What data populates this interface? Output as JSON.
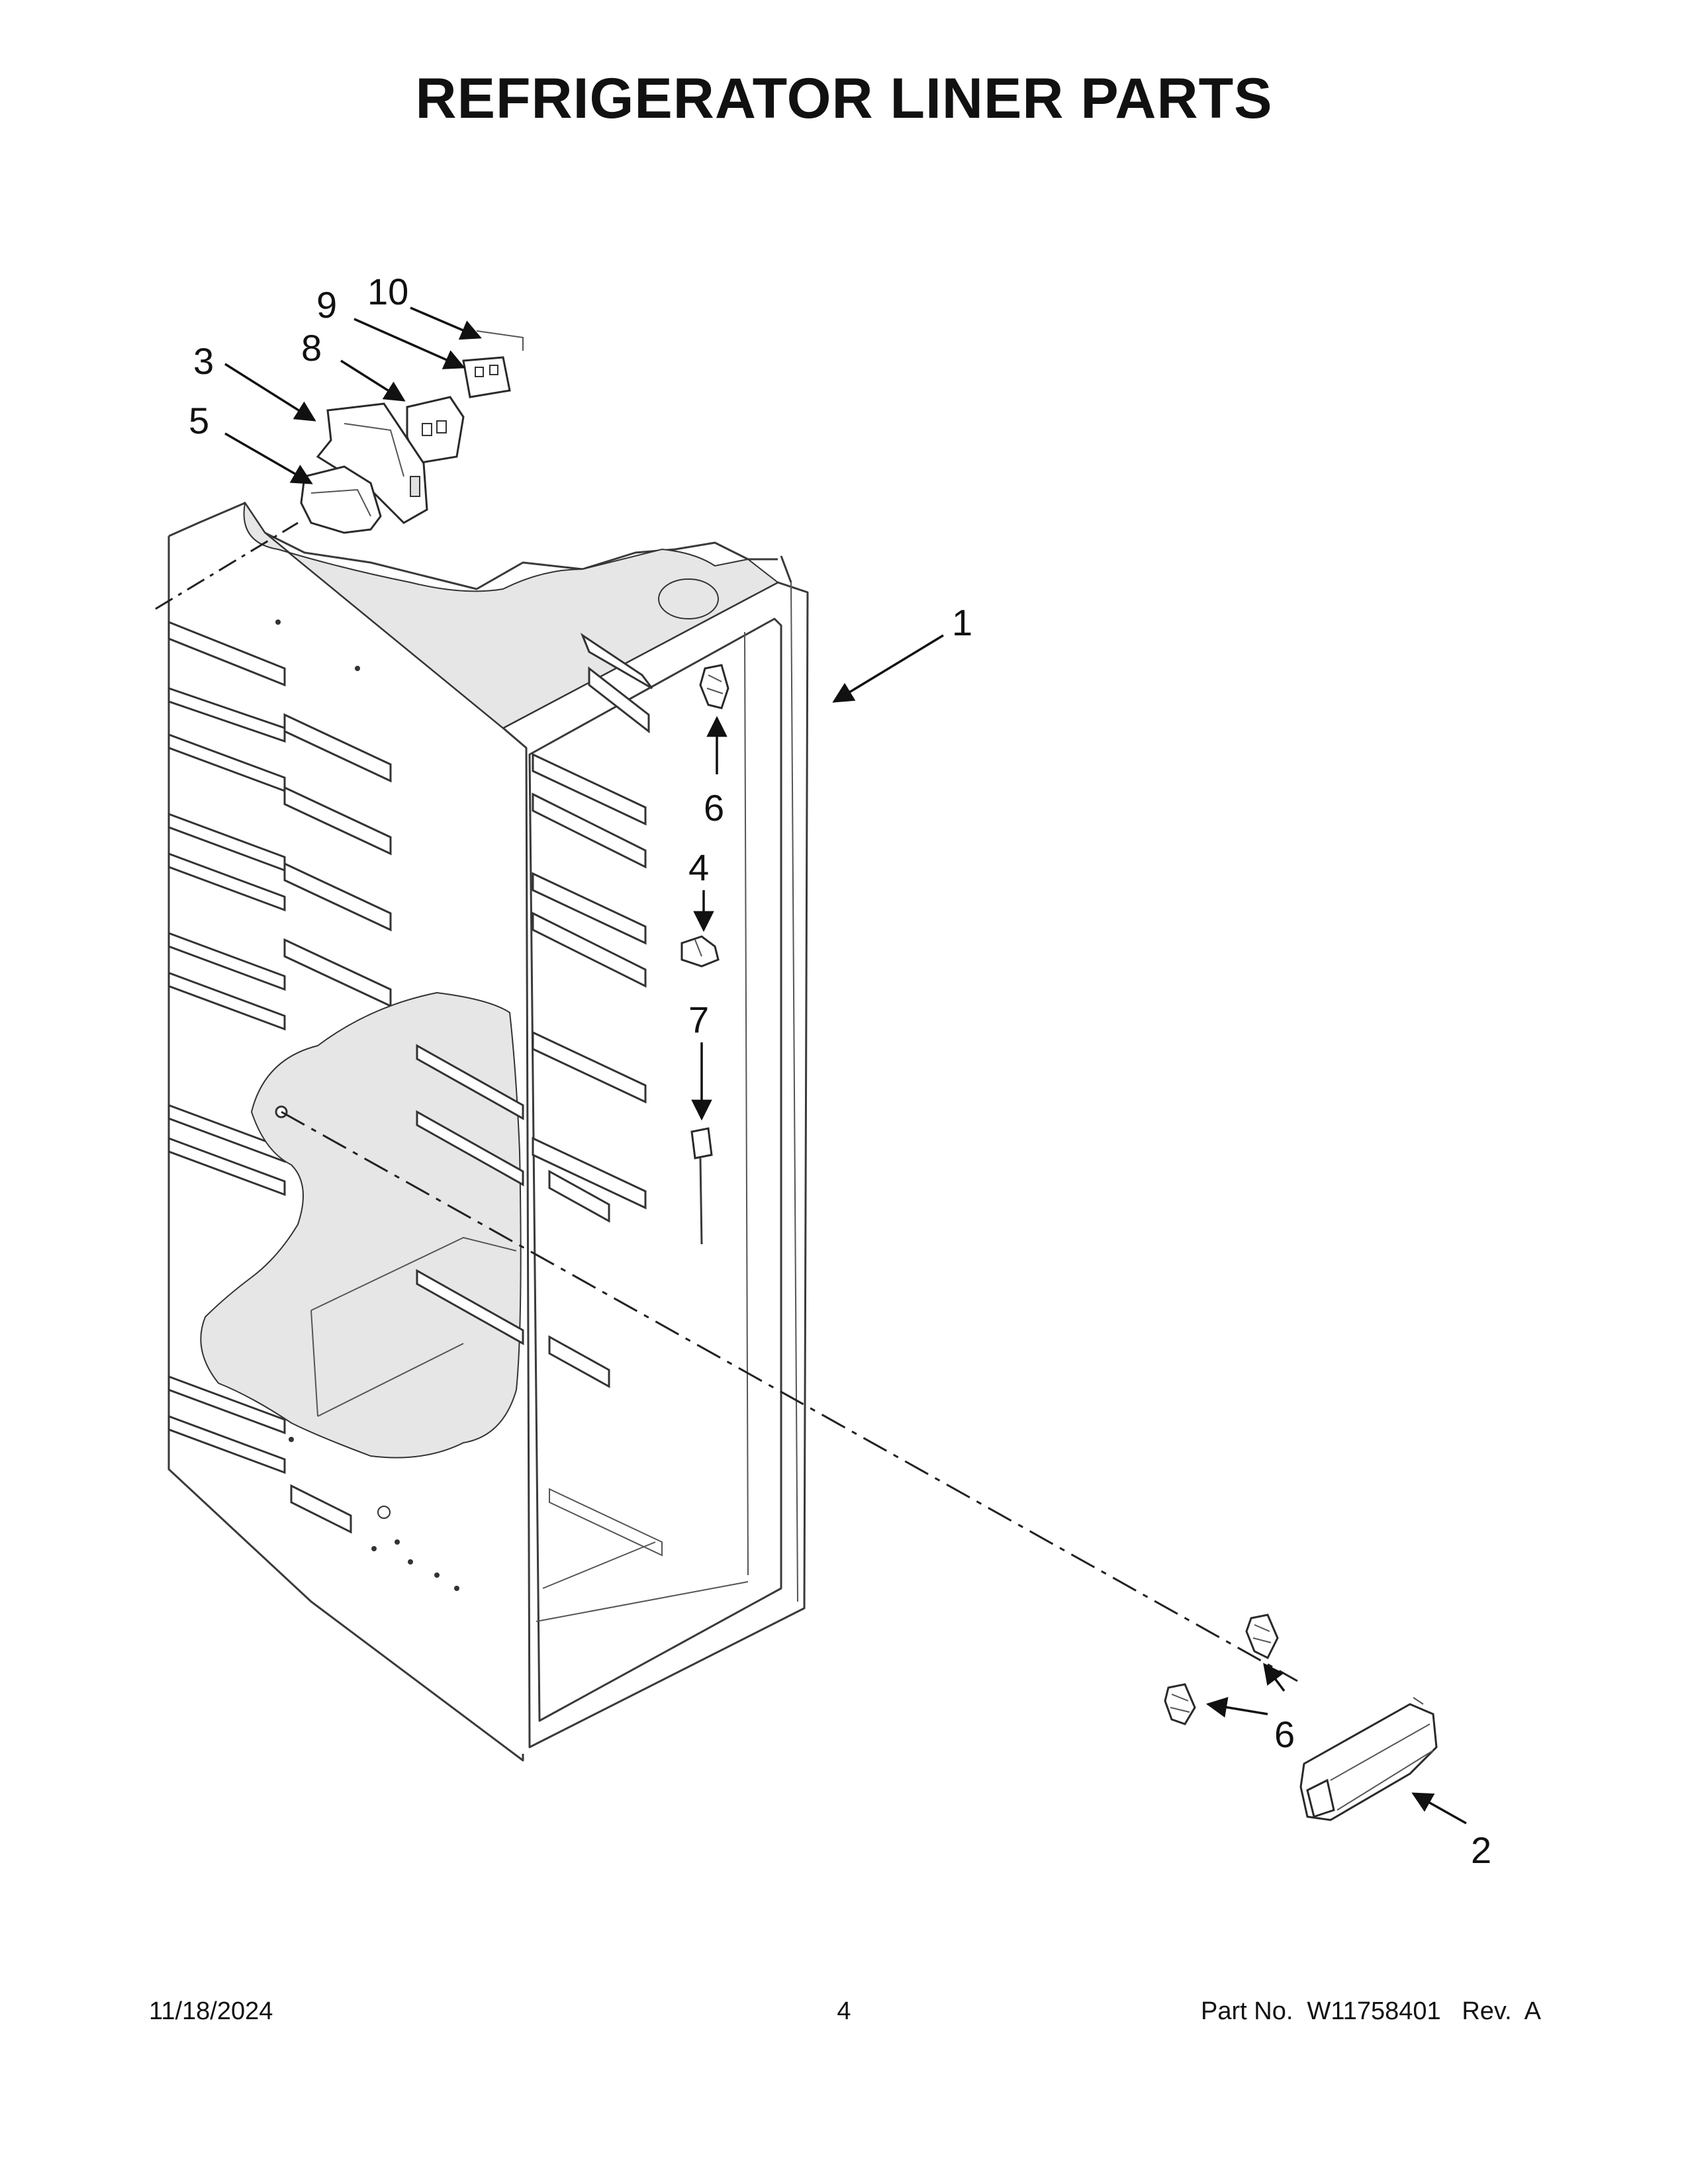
{
  "title": "REFRIGERATOR LINER PARTS",
  "callouts": [
    {
      "id": "c1",
      "label": "1"
    },
    {
      "id": "c2",
      "label": "2"
    },
    {
      "id": "c3",
      "label": "3"
    },
    {
      "id": "c4",
      "label": "4"
    },
    {
      "id": "c5",
      "label": "5"
    },
    {
      "id": "c6a",
      "label": "6"
    },
    {
      "id": "c6b",
      "label": "6"
    },
    {
      "id": "c7",
      "label": "7"
    },
    {
      "id": "c8",
      "label": "8"
    },
    {
      "id": "c9",
      "label": "9"
    },
    {
      "id": "c10",
      "label": "10"
    }
  ],
  "footer": {
    "date": "11/18/2024",
    "page": "4",
    "part_no": "Part No.  W11758401   Rev.  A"
  }
}
